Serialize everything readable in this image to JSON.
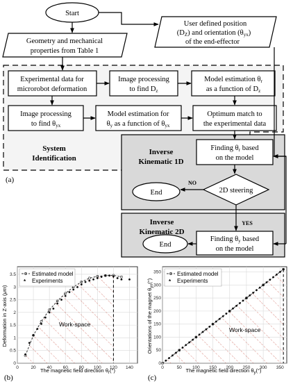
{
  "flowchart": {
    "start": "Start",
    "user_defined": [
      "User defined position",
      "(D",
      "Z",
      ") and orientation (θ",
      "yx",
      ")",
      "of the end-effector"
    ],
    "geometry": [
      "Geometry and mechanical",
      "properties from Table 1"
    ],
    "exp_data": [
      "Experimental data for",
      "microrobot deformation"
    ],
    "img_dz": [
      "Image processing",
      "to find  D",
      "z"
    ],
    "model_thetar": [
      "Model estimation θ",
      "r",
      "as a function of D",
      "z"
    ],
    "img_thetayx": [
      "Image processing",
      "to find  θ",
      "yx"
    ],
    "model_thetay": [
      "Model estimation for",
      "θ",
      "y",
      " as a function of θ",
      "yx"
    ],
    "optimum": [
      "Optimum match to",
      "the experimental data"
    ],
    "system_identification": [
      "System",
      "Identification"
    ],
    "inverse_1d": [
      "Inverse",
      "Kinematic 1D"
    ],
    "finding_thetar": [
      "Finding θ",
      "r",
      " based",
      "on the model"
    ],
    "steering_2d": "2D steering",
    "no": "NO",
    "yes": "YES",
    "end1": "End",
    "inverse_2d": [
      "Inverse",
      "Kinematic 2D"
    ],
    "finding_thetay": [
      "Finding θ",
      "y",
      " based",
      "on the model"
    ],
    "end2": "End",
    "panel_a": "(a)",
    "panel_b": "(b)",
    "panel_c": "(c)"
  },
  "chart_data": [
    {
      "type": "line",
      "xlabel_parts": [
        "The magnetic field direction θ",
        "r",
        "(°)"
      ],
      "ylabel_parts": [
        "Deformation in Z-axis (",
        "μm",
        ")"
      ],
      "xticks": [
        0,
        20,
        40,
        60,
        80,
        100,
        120,
        140
      ],
      "yticks": [
        0,
        0.5,
        1,
        1.5,
        2,
        2.5,
        3,
        3.5
      ],
      "xlim": [
        0,
        150
      ],
      "ylim": [
        0,
        3.8
      ],
      "legend": [
        "Estimated model",
        "Experiments"
      ],
      "annotation": "Work-space",
      "grid": true,
      "series": [
        {
          "name": "Estimated model",
          "x": [
            10,
            20,
            30,
            40,
            50,
            60,
            70,
            80,
            90,
            100,
            110,
            120,
            130
          ],
          "y": [
            0.3,
            1.1,
            1.65,
            2.1,
            2.45,
            2.75,
            3.0,
            3.2,
            3.35,
            3.42,
            3.45,
            3.46,
            3.4
          ]
        },
        {
          "name": "Experiments",
          "x": [
            10,
            15,
            20,
            25,
            30,
            35,
            40,
            45,
            50,
            55,
            60,
            65,
            70,
            75,
            80,
            85,
            90,
            95,
            100,
            105,
            110,
            115,
            120,
            125,
            130,
            140
          ],
          "y": [
            0.35,
            0.8,
            1.1,
            1.35,
            1.55,
            1.8,
            2.0,
            2.15,
            2.35,
            2.5,
            2.65,
            2.8,
            2.9,
            3.0,
            3.1,
            3.2,
            3.25,
            3.3,
            3.35,
            3.4,
            3.45,
            3.45,
            3.42,
            3.35,
            3.3,
            3.3
          ]
        }
      ],
      "workspace_limit_x": 120
    },
    {
      "type": "line",
      "xlabel_parts": [
        "The magnetic field direction θ",
        "y",
        "(°)"
      ],
      "ylabel_parts": [
        "Orientations of the magnet θ",
        "yx",
        "(°)"
      ],
      "xticks": [
        0,
        50,
        100,
        150,
        200,
        250,
        300,
        350
      ],
      "yticks": [
        0,
        50,
        100,
        150,
        200,
        250,
        300,
        350
      ],
      "xlim": [
        0,
        370
      ],
      "ylim": [
        0,
        370
      ],
      "legend": [
        "Estimated model",
        "Experiments"
      ],
      "annotation": "Work-space",
      "grid": true,
      "series": [
        {
          "name": "Estimated model",
          "x": [
            0,
            50,
            100,
            150,
            200,
            250,
            300,
            360
          ],
          "y": [
            0,
            50,
            100,
            150,
            200,
            250,
            300,
            360
          ]
        },
        {
          "name": "Experiments",
          "x": [
            10,
            20,
            30,
            40,
            50,
            60,
            70,
            80,
            90,
            100,
            110,
            120,
            130,
            140,
            150,
            160,
            170,
            180,
            190,
            200,
            210,
            220,
            230,
            240,
            250,
            260,
            270,
            280,
            290,
            300,
            310,
            320,
            330,
            340,
            350,
            360
          ],
          "y": [
            10,
            20,
            30,
            40,
            50,
            60,
            70,
            80,
            90,
            100,
            110,
            120,
            130,
            140,
            150,
            160,
            170,
            180,
            190,
            200,
            210,
            220,
            230,
            240,
            250,
            260,
            270,
            280,
            290,
            300,
            310,
            320,
            330,
            340,
            350,
            360
          ]
        }
      ],
      "workspace_limit_x": 360
    }
  ]
}
